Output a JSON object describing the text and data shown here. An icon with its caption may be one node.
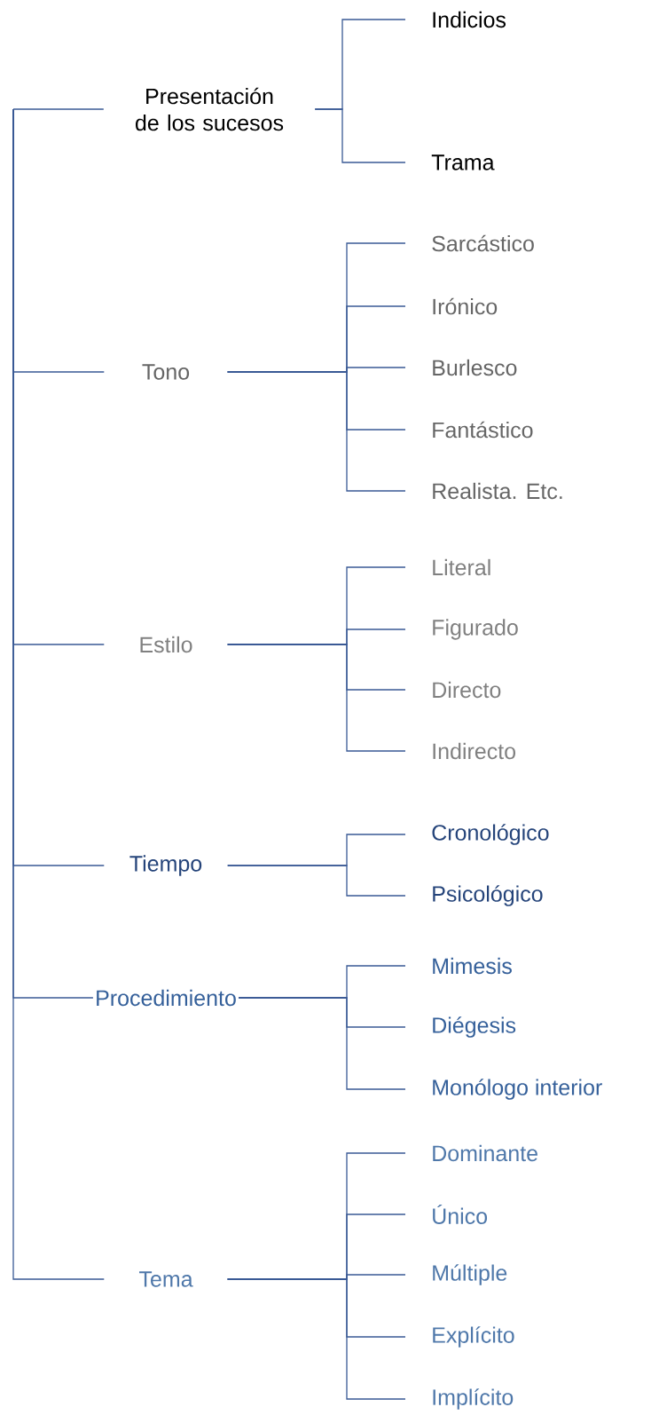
{
  "diagram": {
    "nodes": [
      {
        "text": [
          "Presentación de los sucesos"
        ]
      },
      {
        "text": [
          "Indicios"
        ]
      },
      {
        "text": [
          "Trama"
        ]
      },
      {
        "text": [
          "Tono"
        ]
      },
      {
        "text": [
          "Sarcástico"
        ]
      },
      {
        "text": [
          "Irónico"
        ]
      },
      {
        "text": [
          "Burlesco"
        ]
      },
      {
        "text": [
          "Fantástico"
        ]
      },
      {
        "text": [
          "Realista. Etc."
        ]
      },
      {
        "text": [
          "Estilo"
        ]
      },
      {
        "text": [
          "Literal"
        ]
      },
      {
        "text": [
          "Figurado"
        ]
      },
      {
        "text": [
          "Directo"
        ]
      },
      {
        "text": [
          "Indirecto"
        ]
      },
      {
        "text": [
          "Tiempo"
        ]
      },
      {
        "text": [
          "Cronológico"
        ]
      },
      {
        "text": [
          "Psicológico"
        ]
      },
      {
        "text": [
          "Procedimiento"
        ]
      },
      {
        "text": [
          "Mimesis"
        ]
      },
      {
        "text": [
          "Diégesis"
        ]
      },
      {
        "text": [
          "Monólogo interior"
        ]
      },
      {
        "text": [
          "Tema"
        ]
      },
      {
        "text": [
          "Dominante"
        ]
      },
      {
        "text": [
          "Único"
        ]
      },
      {
        "text": [
          "Múltiple"
        ]
      },
      {
        "text": [
          "Explícito"
        ]
      },
      {
        "text": [
          "Implícito"
        ]
      }
    ],
    "edges": [
      {
        "from": null,
        "to": 0,
        "arrow": "none"
      },
      {
        "from": null,
        "to": 3,
        "arrow": "none"
      },
      {
        "from": null,
        "to": 9,
        "arrow": "none"
      },
      {
        "from": null,
        "to": 14,
        "arrow": "none"
      },
      {
        "from": null,
        "to": 17,
        "arrow": "none"
      },
      {
        "from": null,
        "to": 21,
        "arrow": "none"
      },
      {
        "from": 0,
        "to": 1,
        "arrow": "none"
      },
      {
        "from": 0,
        "to": 2,
        "arrow": "none"
      },
      {
        "from": 3,
        "to": 4,
        "arrow": "none"
      },
      {
        "from": 3,
        "to": 5,
        "arrow": "none"
      },
      {
        "from": 3,
        "to": 6,
        "arrow": "none"
      },
      {
        "from": 3,
        "to": 7,
        "arrow": "none"
      },
      {
        "from": 3,
        "to": 8,
        "arrow": "none"
      },
      {
        "from": 9,
        "to": 10,
        "arrow": "none"
      },
      {
        "from": 9,
        "to": 11,
        "arrow": "none"
      },
      {
        "from": 9,
        "to": 12,
        "arrow": "none"
      },
      {
        "from": 9,
        "to": 13,
        "arrow": "none"
      },
      {
        "from": 14,
        "to": 15,
        "arrow": "none"
      },
      {
        "from": 14,
        "to": 16,
        "arrow": "none"
      },
      {
        "from": 17,
        "to": 18,
        "arrow": "none"
      },
      {
        "from": 17,
        "to": 19,
        "arrow": "none"
      },
      {
        "from": 17,
        "to": 20,
        "arrow": "none"
      },
      {
        "from": 21,
        "to": 22,
        "arrow": "none"
      },
      {
        "from": 21,
        "to": 23,
        "arrow": "none"
      },
      {
        "from": 21,
        "to": 24,
        "arrow": "none"
      },
      {
        "from": 21,
        "to": 25,
        "arrow": "none"
      },
      {
        "from": 21,
        "to": 26,
        "arrow": "none"
      }
    ]
  }
}
